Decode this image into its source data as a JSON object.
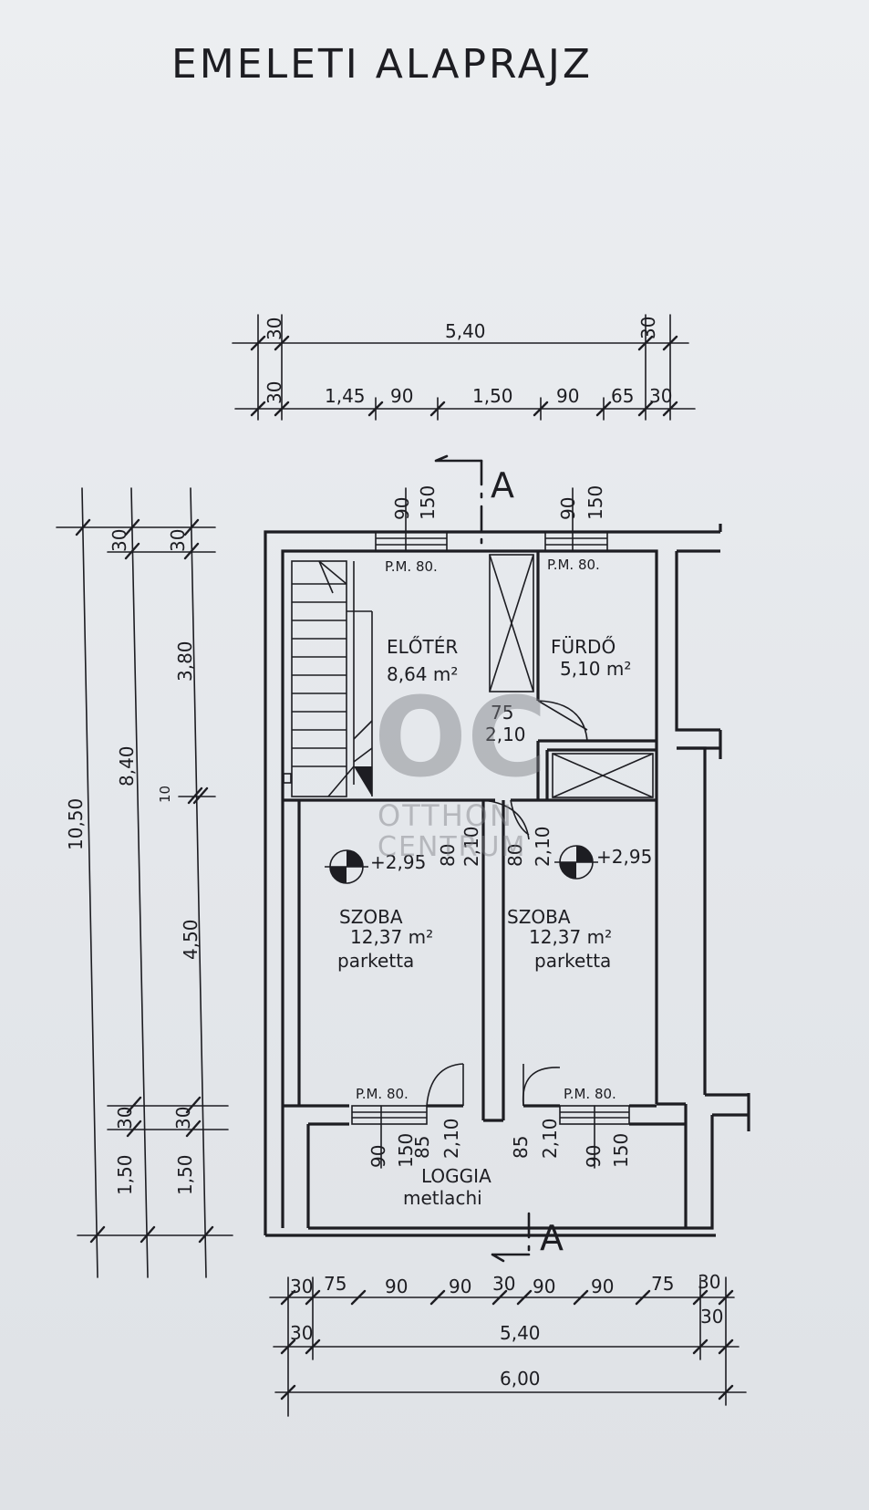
{
  "title": "EMELETI ALAPRAJZ",
  "section_marker": "A",
  "watermark": {
    "logo": "OC",
    "line1": "OTTHON",
    "line2": "CENTRUM"
  },
  "dimensions": {
    "top_total": "5,40",
    "top_wall": "30",
    "top_segments": [
      "30",
      "1,45",
      "90",
      "1,50",
      "90",
      "65",
      "30"
    ],
    "left_total": "10,50",
    "left_inner": "8,40",
    "left_upper": "3,80",
    "left_lower": "4,50",
    "left_wall": "30",
    "left_loggia": "1,50",
    "left_tick": "10",
    "bottom_segments": [
      "30",
      "75",
      "90",
      "90",
      "30",
      "90",
      "90",
      "75",
      "30"
    ],
    "bottom_inner": "5,40",
    "bottom_total": "6,00"
  },
  "openings": {
    "window_label": "P.M. 80.",
    "window_label_lower": "P.M. 80.",
    "window_w": "90",
    "window_h": "150",
    "door_hall_w": "75",
    "door_hall_h": "2,10",
    "door_room_w": "80",
    "door_room_h": "2,10",
    "door_loggia_w": "85",
    "door_loggia_h": "2,10"
  },
  "rooms": {
    "hall": {
      "name": "ELŐTÉR",
      "area": "8,64 m²"
    },
    "bath": {
      "name": "FÜRDŐ",
      "area": "5,10 m²"
    },
    "room_left": {
      "name": "SZOBA",
      "area": "12,37 m²",
      "floor": "parketta",
      "level": "+2,95"
    },
    "room_right": {
      "name": "SZOBA",
      "area": "12,37 m²",
      "floor": "parketta",
      "level": "+2,95"
    },
    "loggia": {
      "name": "LOGGIA",
      "floor": "metlachi"
    }
  },
  "colors": {
    "ink": "#1d1d22",
    "paper": "#e9ebee"
  }
}
